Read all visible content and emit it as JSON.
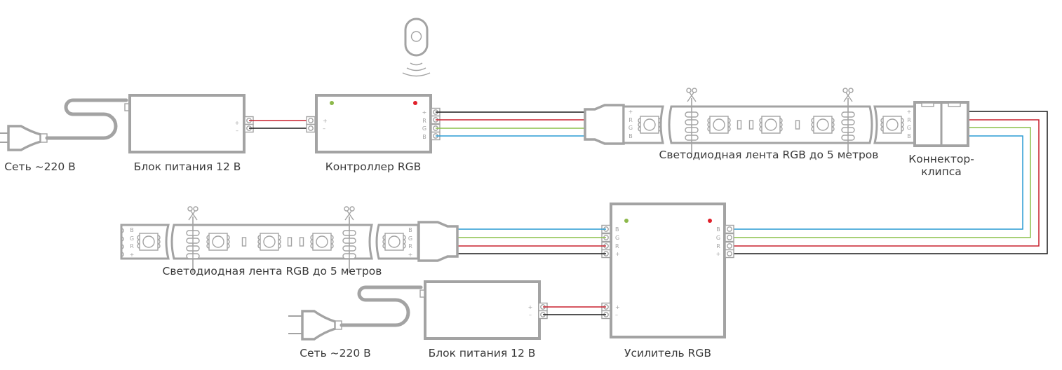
{
  "diagram": {
    "title": "RGB LED strip wiring with amplifier",
    "colors": {
      "outline": "#a3a3a3",
      "wire_plus": "#1a1a1a",
      "wire_r": "#c8202e",
      "wire_g": "#8cc04a",
      "wire_b": "#2a9bd4",
      "led_green": "#8cb84a",
      "led_red": "#e0202a",
      "label": "#3a3a3a"
    },
    "labels": {
      "mains_top": "Сеть ~220 В",
      "psu_top": "Блок питания 12 В",
      "controller": "Контроллер RGB",
      "strip_top": "Светодиодная лента RGB до 5 метров",
      "connector_line1": "Коннектор-",
      "connector_line2": "клипса",
      "strip_bottom": "Светодиодная лента RGB до 5 метров",
      "mains_bottom": "Сеть ~220 В",
      "psu_bottom": "Блок питания 12 В",
      "amplifier": "Усилитель RGB"
    },
    "pins": {
      "plus": "+",
      "minus": "–",
      "r": "R",
      "g": "G",
      "b": "B"
    },
    "nodes": [
      {
        "id": "mains_top",
        "type": "plug",
        "label_key": "mains_top"
      },
      {
        "id": "psu_top",
        "type": "power-supply",
        "label_key": "psu_top"
      },
      {
        "id": "controller",
        "type": "rgb-controller",
        "label_key": "controller"
      },
      {
        "id": "remote",
        "type": "remote-control"
      },
      {
        "id": "strip_top",
        "type": "led-strip",
        "label_key": "strip_top"
      },
      {
        "id": "connector",
        "type": "clip-connector",
        "label_key": "connector_line1"
      },
      {
        "id": "amplifier",
        "type": "rgb-amplifier",
        "label_key": "amplifier"
      },
      {
        "id": "strip_bottom",
        "type": "led-strip",
        "label_key": "strip_bottom"
      },
      {
        "id": "psu_bottom",
        "type": "power-supply",
        "label_key": "psu_bottom"
      },
      {
        "id": "mains_bottom",
        "type": "plug",
        "label_key": "mains_bottom"
      }
    ],
    "edges": [
      {
        "from": "mains_top",
        "to": "psu_top",
        "kind": "power-cord"
      },
      {
        "from": "psu_top",
        "to": "controller",
        "wires": [
          "+",
          "–"
        ]
      },
      {
        "from": "controller",
        "to": "strip_top",
        "wires": [
          "+",
          "R",
          "G",
          "B"
        ]
      },
      {
        "from": "strip_top",
        "to": "connector"
      },
      {
        "from": "connector",
        "to": "amplifier",
        "wires": [
          "+",
          "R",
          "G",
          "B"
        ]
      },
      {
        "from": "amplifier",
        "to": "strip_bottom",
        "wires": [
          "B",
          "G",
          "R",
          "+"
        ]
      },
      {
        "from": "mains_bottom",
        "to": "psu_bottom",
        "kind": "power-cord"
      },
      {
        "from": "psu_bottom",
        "to": "amplifier",
        "wires": [
          "+",
          "–"
        ]
      }
    ]
  }
}
